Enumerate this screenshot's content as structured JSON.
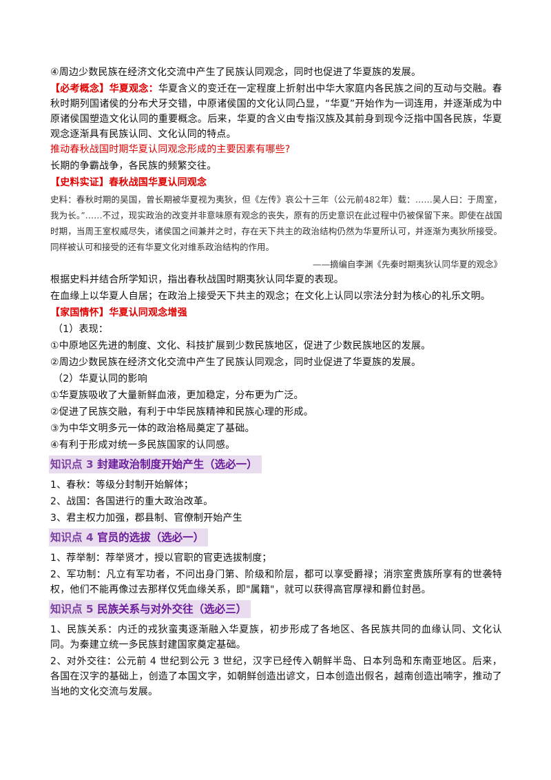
{
  "line_intro": "④周边少数民族在经济文化交流中产生了民族认同观念，同时也促进了华夏族的发展。",
  "concept": {
    "tag": "【必考概念】华夏观念：",
    "text": "华夏含义的变迁在一定程度上折射出中华大家庭内各民族之间的互动与交融。春秋时期列国诸侯的分布犬牙交错，中原诸侯国的文化认同凸显，“华夏”开始作为一词连用，并逐渐成为中原诸侯国塑造文化认同的重要概念。后来，华夏的含义由专指汉族及其前身到现今泛指中国各民族，华夏观念逐渐具有民族认同、文化认同的特点。"
  },
  "question1": "推动春秋战国时期华夏认同观念形成的主要因素有哪些?",
  "answer1": "长期的争霸战争，各民族的频繁交往。",
  "evidence": {
    "tag": "【史料实证】春秋战国华夏认同观念",
    "source": "史料：春秋时期的吴国，曾长期被华夏视为夷狄，但《左传》哀公十三年（公元前482年）载：……吴人曰：于周室，我为长。”……不过，现实政治的改变并非意味原有观念的丧失，原有的历史意识在此过程中仍被保留下来。即使在战国时期，当周王室权威尽失，诸侯国之间兼并之时，存在天下共主的政治结构仍然为华夏所认可，并逐渐为夷狄所接受。同样被认可和接受的还有华夏文化对维系政治结构的作用。",
    "citation": "——摘编自李渊《先秦时期夷狄认同华夏的观念》"
  },
  "question2": "根据史料并结合所学知识，指出春秋战国时期夷狄认同华夏的表现。",
  "answer2": "在血缘上以华夏人自居；在政治上接受天下共主的观念；在文化上认同以宗法分封为核心的礼乐文明。",
  "family": {
    "tag": "【家国情怀】华夏认同观念增强",
    "sub1": "（1）表现：",
    "items1": [
      "①中原地区先进的制度、文化、科技扩展到少数民族地区，促进了少数民族地区的发展。",
      "②周边少数民族在经济文化交流中产生了民族认同观念，同时业促进了华夏族的发展。"
    ],
    "sub2": "（2）华夏认同的影响",
    "items2": [
      "①华夏族吸收了大量新鲜血液，更加稳定，分布更为广泛。",
      "②促进了民族交融，有利于中华民族精神和民族心理的形成。",
      "③为中华文明多元一体的政治格局奠定了基础。",
      "④有利于形成对统一多民族国家的认同感。"
    ]
  },
  "k3": {
    "num": "知识点 3",
    "title": "封建政治制度开始产生（选必一）",
    "items": [
      "1、春秋：等级分封制开始解体；",
      "2、战国：各国进行的重大政治改革。",
      "3、君主权力加强，郡县制、官僚制开始产生"
    ]
  },
  "k4": {
    "num": "知识点 4",
    "title": "官员的选拔（选必一）",
    "items": [
      "1、荐举制：荐举贤才，授以官职的官吏选拔制度；",
      "2、军功制：凡立有军功者，不问出身门第、阶级和阶层，都可以享受爵禄；消宗室贵族所享有的世袭特权，他们不能再像过去那样仅凭血缘关系，即\"属籍\"，就可以获得高官厚禄和爵位封邑。"
    ]
  },
  "k5": {
    "num": "知识点 5",
    "title": "民族关系与对外交往（选必三）",
    "items": [
      "1、民族关系：内迁的戎狄蛮夷逐渐融入华夏族，初步形成了各地区、各民族共同的血缘认同、文化认同。为秦建立统一多民族封建国家奠定基础。",
      "2、对外交往：公元前 4 世纪到公元 3 世纪，汉字已经传入朝鲜半岛、日本列岛和东南亚地区。后来，各国在汉字的基础上，创造了本国文字，如朝鲜创造出谚文，日本创造出假名，越南创造出喃字，推动了当地的文化交流与发展。"
    ]
  }
}
